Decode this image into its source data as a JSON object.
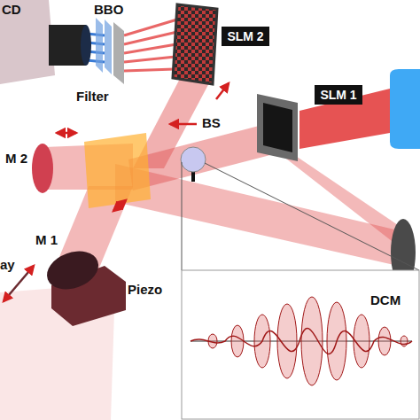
{
  "diagram": {
    "nodes": [
      {
        "text": [
          "SLM 2"
        ]
      },
      {
        "text": [
          "SLM 1"
        ]
      }
    ],
    "labels": [
      "CD",
      "BBO",
      "Filter",
      "M 2",
      "BS",
      "M 1",
      "Piezo",
      "DCM",
      "ay"
    ]
  }
}
